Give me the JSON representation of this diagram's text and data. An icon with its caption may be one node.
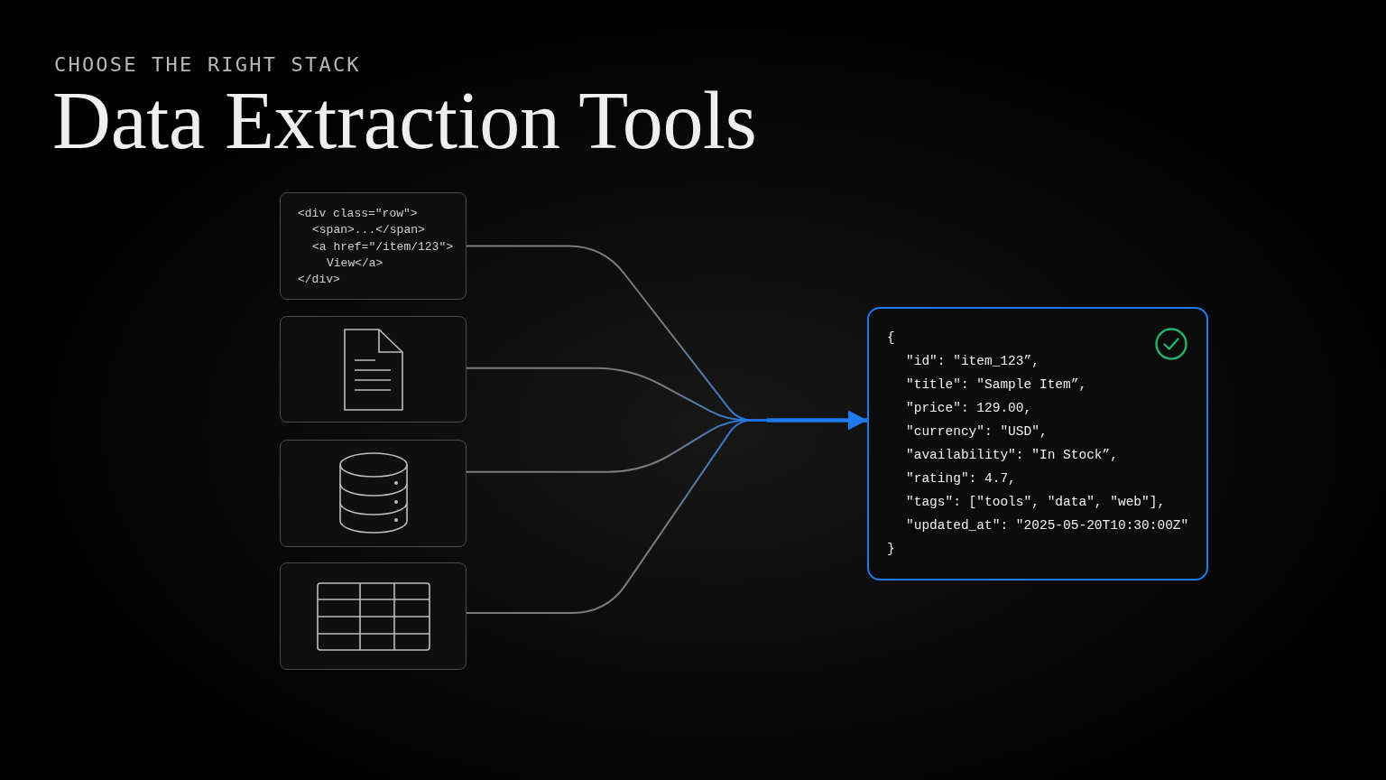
{
  "diagram": {
    "title": "Data Extraction Tools",
    "nodes": [
      {
        "text": [
          "<div class=\"row\">",
          "<span>...</span>",
          "<a href=\"/item/123\">",
          "View</a>",
          "</div>"
        ]
      },
      {
        "text": [],
        "shape": "document"
      },
      {
        "text": [],
        "shape": "cylinder"
      },
      {
        "text": [],
        "shape": "table"
      },
      {
        "text": [
          "{",
          "\"id\": \"item_123”,",
          "\"title\": \"Sample Item”,",
          "\"price\": 129.00,",
          "\"currency\": \"USD\",",
          "\"availability\": \"In Stock”,",
          "\"rating\": 4.7,",
          "\"tags\": [\"tools\", \"data\", \"web\"],",
          "\"updated_at\": \"2025-05-20T10:30:00Z\"",
          "}"
        ]
      }
    ],
    "edges": [
      {
        "from": 0,
        "to": 4,
        "arrow": "to"
      },
      {
        "from": 1,
        "to": 4,
        "arrow": "to"
      },
      {
        "from": 2,
        "to": 4,
        "arrow": "to"
      },
      {
        "from": 3,
        "to": 4,
        "arrow": "to"
      }
    ],
    "labels": [
      "CHOOSE THE RIGHT STACK"
    ]
  }
}
